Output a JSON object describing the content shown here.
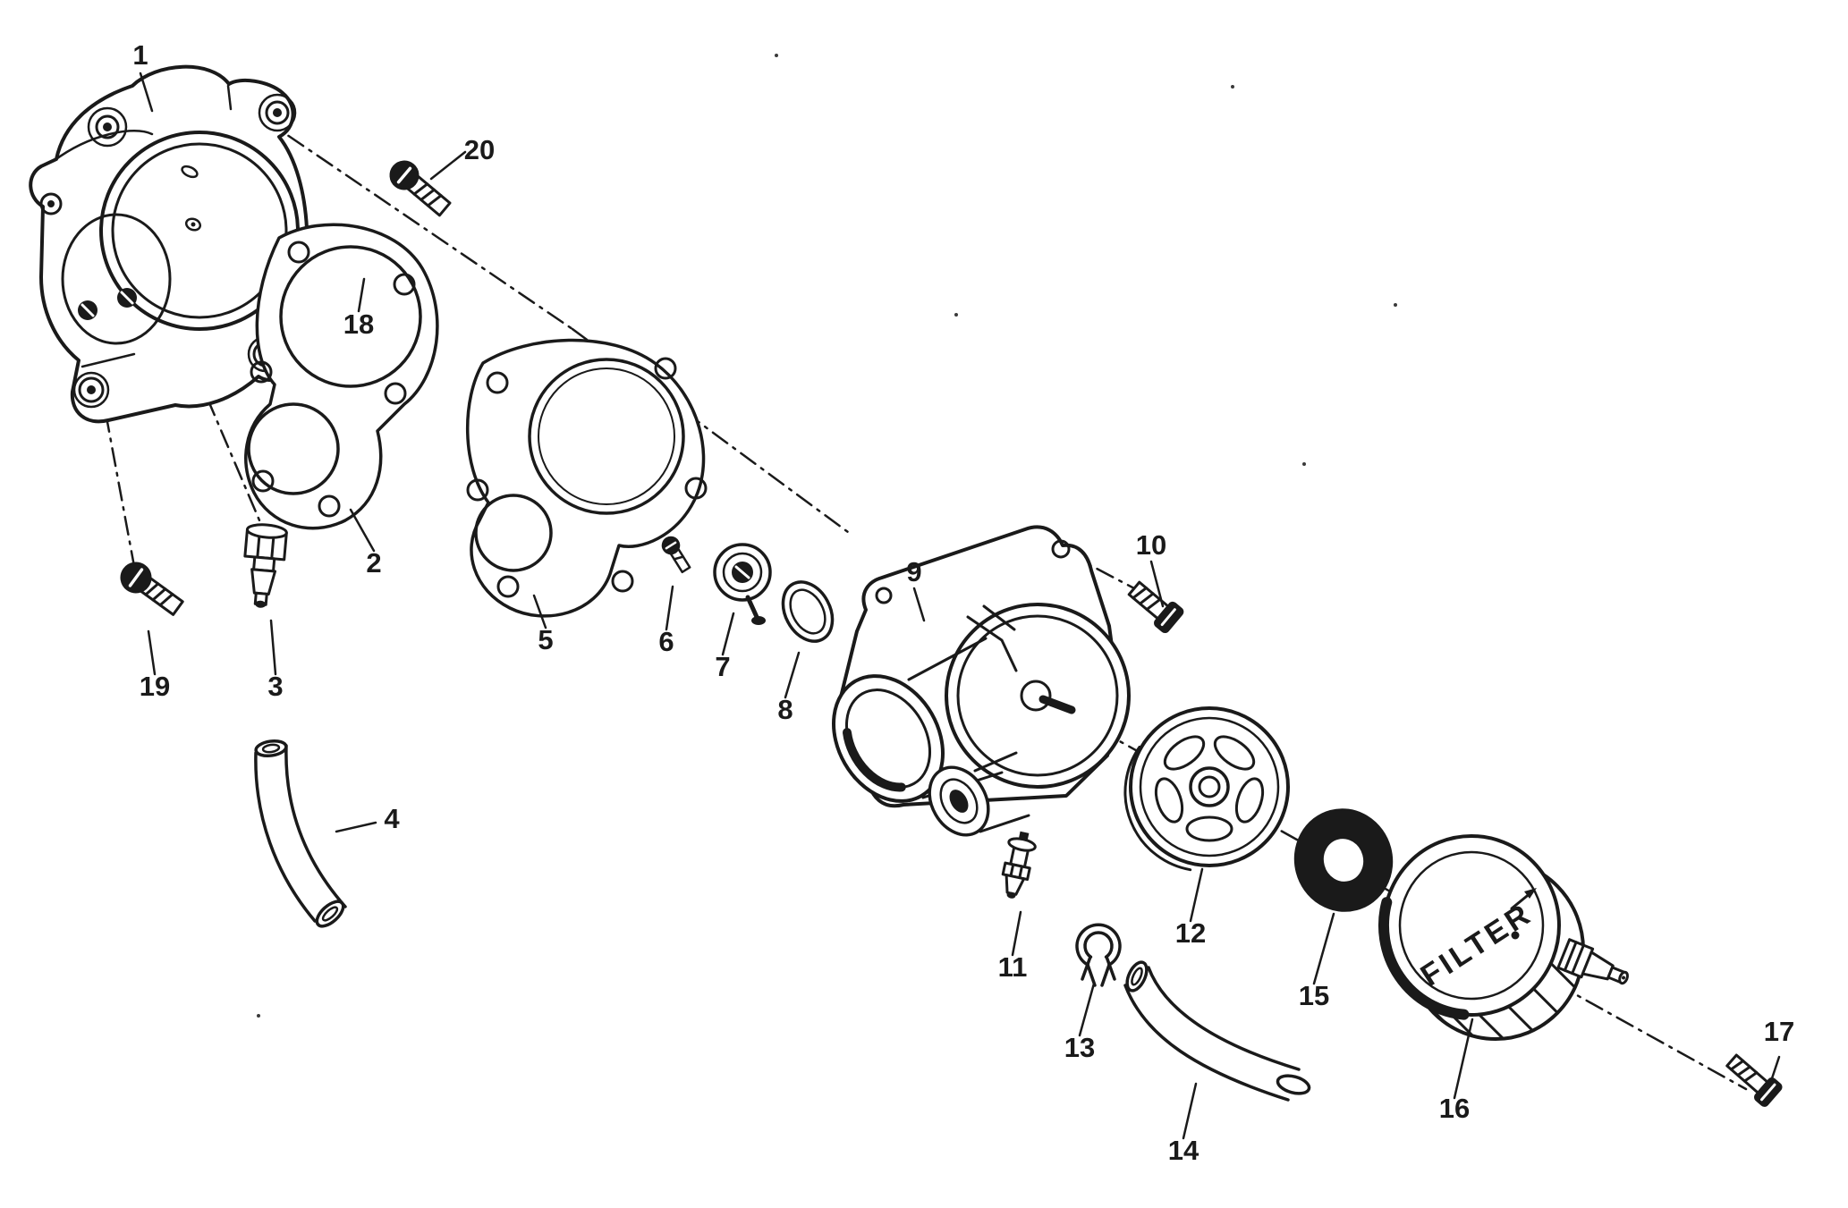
{
  "diagram": {
    "type": "exploded-parts-diagram",
    "filter_label": "FILTER",
    "colors": {
      "ink": "#1a1a1a",
      "paper": "#ffffff"
    },
    "labels": {
      "l1": "1",
      "l2": "2",
      "l3": "3",
      "l4": "4",
      "l5": "5",
      "l6": "6",
      "l7": "7",
      "l8": "8",
      "l9": "9",
      "l10": "10",
      "l11": "11",
      "l12": "12",
      "l13": "13",
      "l14": "14",
      "l15": "15",
      "l16": "16",
      "l17": "17",
      "l18": "18",
      "l19": "19",
      "l20": "20"
    }
  }
}
